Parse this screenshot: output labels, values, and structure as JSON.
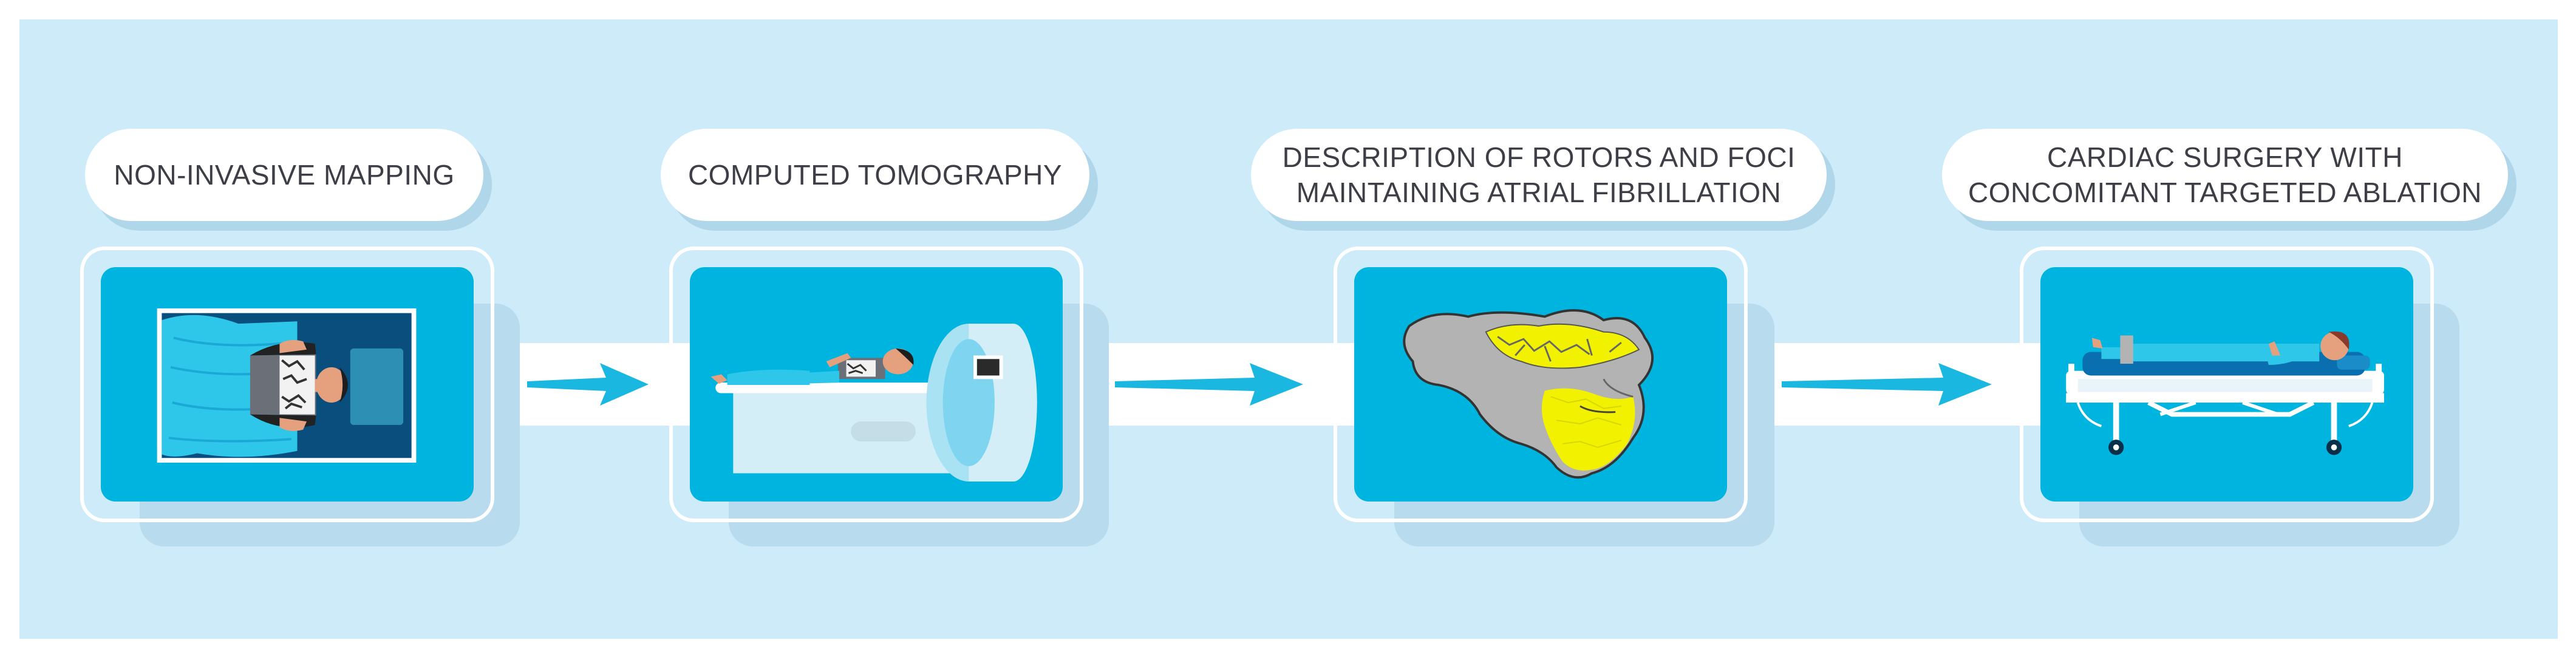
{
  "steps": [
    {
      "label": "NON-INVASIVE MAPPING",
      "illustration": "patient-with-electrode-vest-icon"
    },
    {
      "label": "COMPUTED TOMOGRAPHY",
      "illustration": "ct-scanner-icon"
    },
    {
      "label": "DESCRIPTION OF ROTORS AND FOCI\nMAINTAINING ATRIAL FIBRILLATION",
      "illustration": "atrial-map-icon"
    },
    {
      "label": "CARDIAC SURGERY WITH\nCONCOMITANT TARGETED ABLATION",
      "illustration": "patient-on-stretcher-icon"
    }
  ],
  "colors": {
    "background": "#cdebf8",
    "card": "#00b4e0",
    "arrow": "#1ab7e0",
    "highlight": "#f2f200",
    "atrium": "#b3b3b3"
  }
}
